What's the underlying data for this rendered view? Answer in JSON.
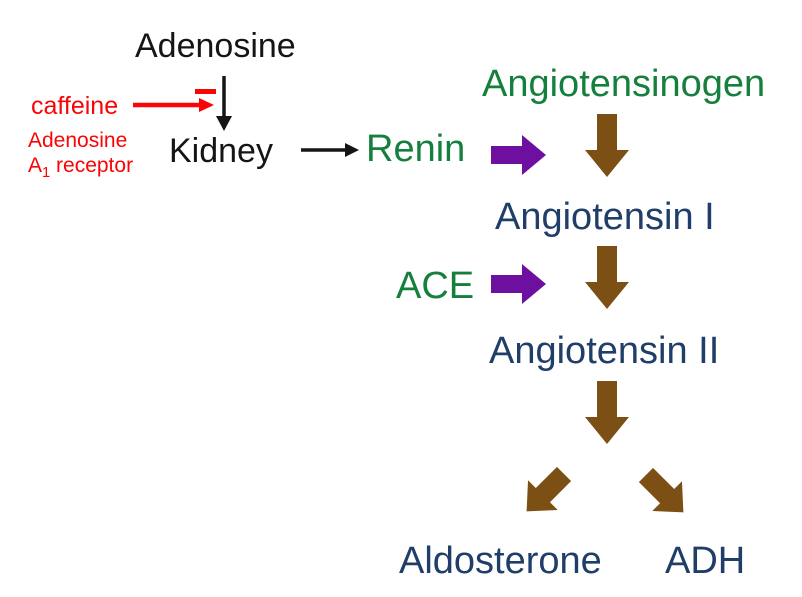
{
  "diagram": {
    "background": "#ffffff",
    "colors": {
      "black": "#151515",
      "red": "#fb0405",
      "green": "#157f3d",
      "navy": "#1f3e68",
      "purple": "#6d10a0",
      "brown": "#7c5014"
    },
    "nodes": {
      "adenosine": {
        "label": "Adenosine"
      },
      "kidney": {
        "label": "Kidney"
      },
      "renin": {
        "label": "Renin"
      },
      "angiotensinogen": {
        "label": "Angiotensinogen"
      },
      "angiotensin_i": {
        "label": "Angiotensin I"
      },
      "ace": {
        "label": "ACE"
      },
      "angiotensin_ii": {
        "label": "Angiotensin II"
      },
      "aldosterone": {
        "label": "Aldosterone"
      },
      "adh": {
        "label": "ADH"
      }
    },
    "inhibitor": {
      "label": "caffeine",
      "target_line1": "Adenosine",
      "target_line2_prefix": "A",
      "target_line2_subscript": "1",
      "target_line2_suffix": " receptor"
    },
    "icons": {
      "inhibition-minus-icon": "−",
      "adenosine-to-kidney-down-arrow-icon": "↓",
      "caffeine-inhibit-arrow-icon": "→",
      "kidney-to-renin-arrow-icon": "→",
      "renin-block-right-arrow-icon": "➡",
      "ace-block-right-arrow-icon": "➡",
      "angiotensinogen-down-arrow-icon": "⬇",
      "angiotensin-i-down-arrow-icon": "⬇",
      "angiotensin-ii-down-arrow-icon": "⬇",
      "to-aldosterone-diagonal-arrow-icon": "⬋",
      "to-adh-diagonal-arrow-icon": "⬊"
    }
  }
}
